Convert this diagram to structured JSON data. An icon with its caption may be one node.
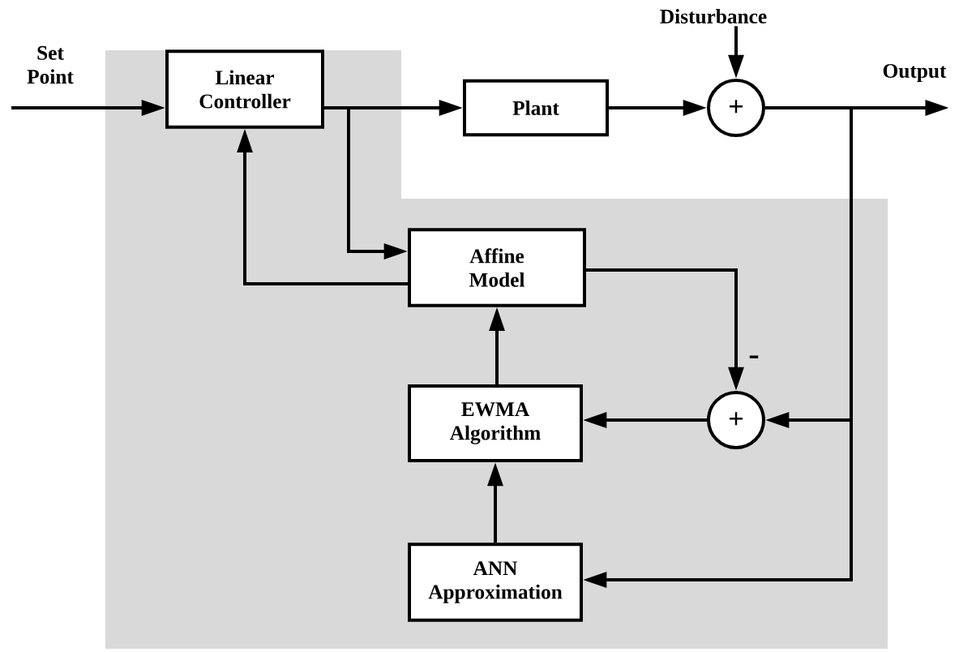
{
  "diagram": {
    "nodes": [
      {
        "text": [
          "Set Point"
        ]
      },
      {
        "text": [
          "Linear Controller"
        ]
      },
      {
        "text": [
          "Plant"
        ]
      },
      {
        "text": [
          "+"
        ]
      },
      {
        "text": [
          "Disturbance"
        ]
      },
      {
        "text": [
          "Output"
        ]
      },
      {
        "text": [
          "Affine Model"
        ]
      },
      {
        "text": [
          "+"
        ]
      },
      {
        "text": [
          "EWMA Algorithm"
        ]
      },
      {
        "text": [
          "ANN Approximation"
        ]
      }
    ],
    "edges": [
      {
        "from": 0,
        "to": 1,
        "arrow": "to"
      },
      {
        "from": 1,
        "to": 2,
        "arrow": "to"
      },
      {
        "from": 2,
        "to": 3,
        "arrow": "to"
      },
      {
        "from": 4,
        "to": 3,
        "arrow": "to"
      },
      {
        "from": 3,
        "to": 5,
        "arrow": "to"
      },
      {
        "from": 1,
        "to": 6,
        "arrow": "to"
      },
      {
        "from": 6,
        "to": 1,
        "arrow": "to"
      },
      {
        "from": 6,
        "to": 7,
        "arrow": "to",
        "label": "-"
      },
      {
        "from": 3,
        "to": 7,
        "arrow": "to"
      },
      {
        "from": 3,
        "to": 9,
        "arrow": "to"
      },
      {
        "from": 7,
        "to": 8,
        "arrow": "to"
      },
      {
        "from": 8,
        "to": 6,
        "arrow": "to"
      },
      {
        "from": 9,
        "to": 8,
        "arrow": "to"
      }
    ]
  }
}
